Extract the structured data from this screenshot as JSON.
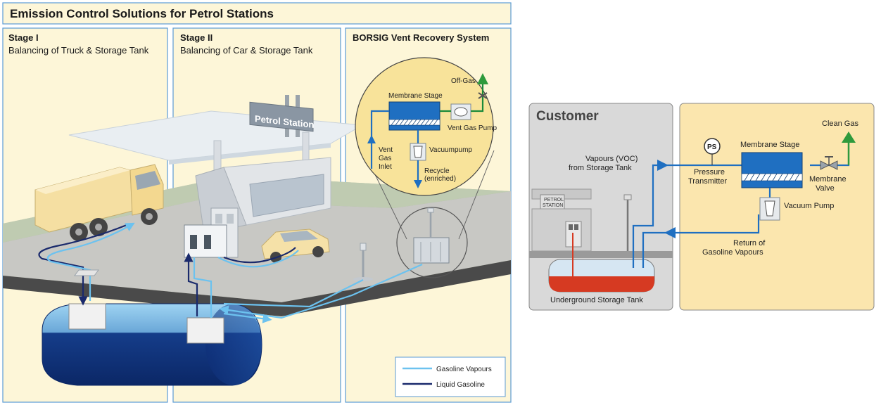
{
  "left": {
    "title": "Emission Control Solutions for Petrol Stations",
    "stage1": {
      "heading": "Stage I",
      "subheading": "Balancing of Truck & Storage Tank"
    },
    "stage2": {
      "heading": "Stage II",
      "subheading": "Balancing of Car & Storage Tank"
    },
    "stage3": {
      "heading": "BORSIG Vent Recovery System"
    },
    "station_sign": "Petrol Station",
    "callout": {
      "off_gas": "Off-Gas",
      "membrane_stage": "Membrane Stage",
      "vent_gas_pump": "Vent Gas Pump",
      "vent_gas_inlet_1": "Vent",
      "vent_gas_inlet_2": "Gas",
      "vent_gas_inlet_3": "Inlet",
      "vacuumpump": "Vacuumpump",
      "recycle_1": "Recycle",
      "recycle_2": "(enriched)"
    },
    "legend": {
      "gasoline_vapours": "Gasoline Vapours",
      "liquid_gasoline": "Liquid Gasoline"
    }
  },
  "right": {
    "customer": "Customer",
    "petrol_station_1": "PETROL",
    "petrol_station_2": "STATION",
    "vapours_1": "Vapours (VOC)",
    "vapours_2": "from  Storage Tank",
    "underground_tank": "Underground Storage Tank",
    "ps": "PS",
    "pressure_1": "Pressure",
    "pressure_2": "Transmitter",
    "membrane_stage": "Membrane Stage",
    "clean_gas": "Clean Gas",
    "membrane_valve_1": "Membrane",
    "membrane_valve_2": "Valve",
    "vacuum_pump": "Vacuum Pump",
    "return_1": "Return of",
    "return_2": "Gasoline Vapours"
  },
  "colors": {
    "panel_fill": "#fdf6d8",
    "panel_border": "#5b9bd5",
    "vapour_line": "#6cc2ef",
    "liquid_line": "#1a2a6c",
    "membrane_blue": "#1f6fc1",
    "clean_gas_green": "#2e9a3c",
    "tank_red": "#d63a22",
    "customer_gray": "#d9d9d9",
    "right_panel_fill": "#fbe6ae"
  }
}
